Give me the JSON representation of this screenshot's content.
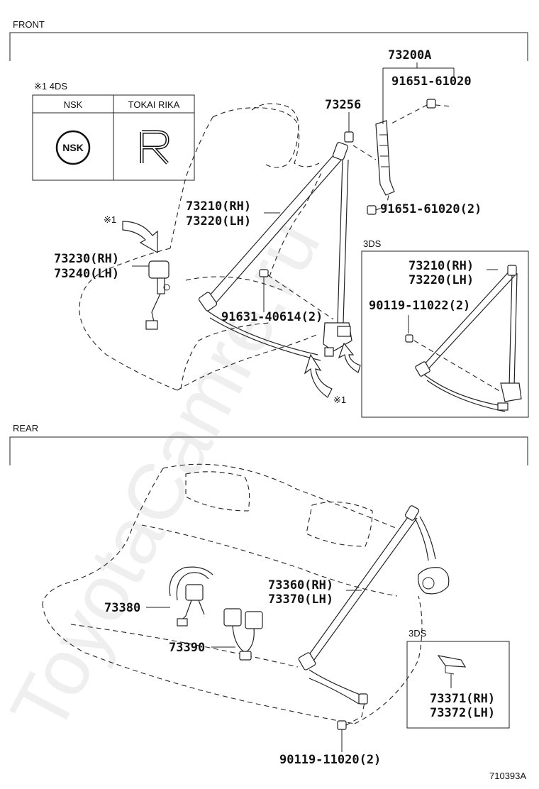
{
  "sections": {
    "front": "FRONT",
    "rear": "REAR"
  },
  "variant_table": {
    "title": "※1 4DS",
    "headers": [
      "NSK",
      "TOKAI RIKA"
    ],
    "logos": [
      "NSK",
      "R"
    ]
  },
  "front_labels": {
    "p73200a": "73200A",
    "p91651_top": "91651-61020",
    "p73256": "73256",
    "p91651_mid": "91651-61020(2)",
    "p73210": "73210(RH)",
    "p73220": "73220(LH)",
    "p73230": "73230(RH)",
    "p73240": "73240(LH)",
    "p91631": "91631-40614(2)",
    "note_top": "※1",
    "note_bottom": "※1"
  },
  "inset_3ds_front": {
    "title": "3DS",
    "p73210": "73210(RH)",
    "p73220": "73220(LH)",
    "p90119": "90119-11022(2)"
  },
  "rear_labels": {
    "p73380": "73380",
    "p73390": "73390",
    "p73360": "73360(RH)",
    "p73370": "73370(LH)",
    "p90119": "90119-11020(2)"
  },
  "inset_3ds_rear": {
    "title": "3DS",
    "p73371": "73371(RH)",
    "p73372": "73372(LH)"
  },
  "diagram_code": "710393A",
  "watermark": "ToyotaCamre.ru"
}
